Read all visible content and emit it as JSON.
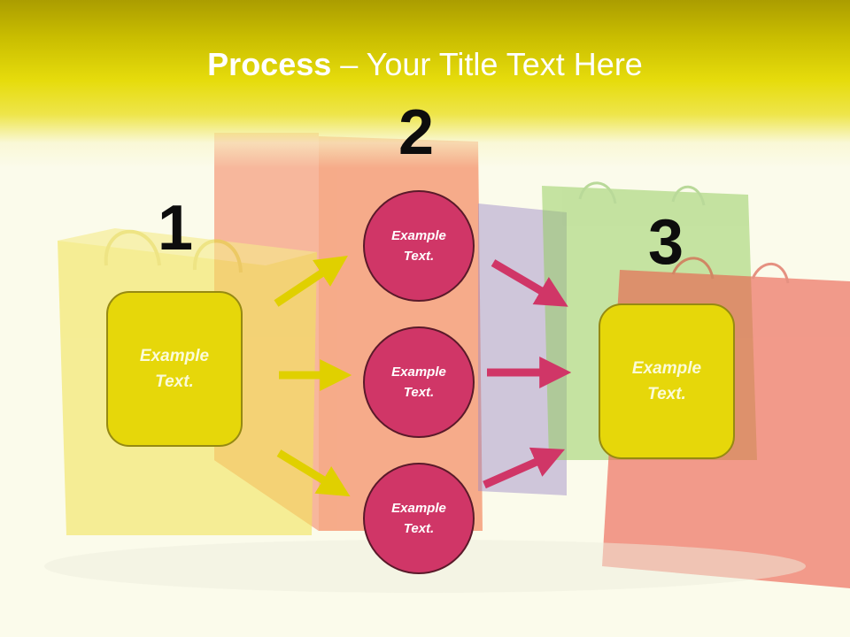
{
  "title": {
    "bold": "Process",
    "rest": " – Your Title Text Here"
  },
  "steps": {
    "one": {
      "number": "1",
      "text": "Example\nText."
    },
    "two": {
      "number": "2",
      "items": [
        "Example\nText.",
        "Example\nText.",
        "Example\nText."
      ]
    },
    "three": {
      "number": "3",
      "text": "Example\nText."
    }
  },
  "colors": {
    "header": "#e6dc0c",
    "box_fill": "#e6d70a",
    "circle_fill": "#d03667",
    "yellow_arrow": "#e0d000",
    "pink_arrow": "#d03667"
  },
  "icons": [
    "arrow-right-icon"
  ]
}
